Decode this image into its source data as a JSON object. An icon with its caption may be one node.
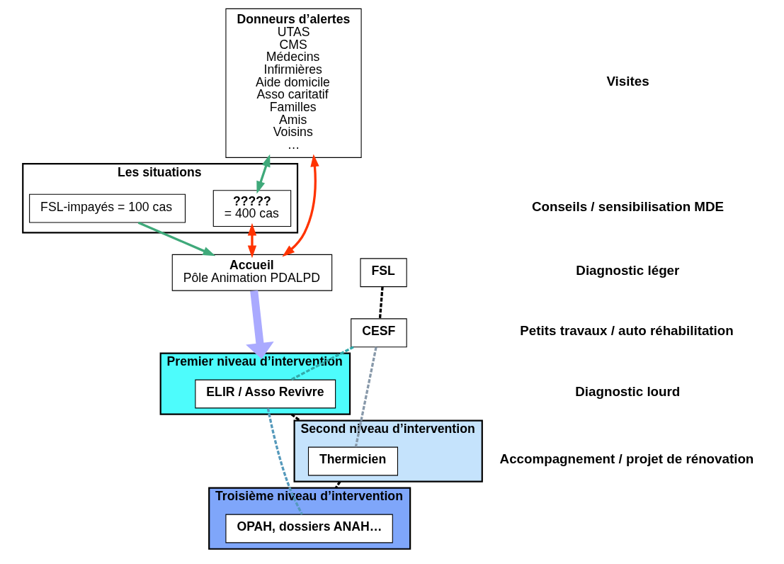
{
  "diagram": {
    "nodes": [
      {
        "text": [
          "Donneurs d’alertes",
          "UTAS",
          "CMS",
          "Médecins",
          "Infirmières",
          "Aide domicile",
          "Asso caritatif",
          "Familles",
          "Amis",
          "Voisins",
          "…"
        ]
      },
      {
        "text": [
          "Les situations"
        ]
      },
      {
        "text": [
          "?????",
          "= 400 cas"
        ],
        "in": 1
      },
      {
        "text": [
          "FSL-impayés = 100 cas"
        ],
        "in": 1
      },
      {
        "text": [
          "Accueil",
          "Pôle Animation PDALPD"
        ]
      },
      {
        "text": [
          "Premier niveau d’intervention"
        ]
      },
      {
        "text": [
          "ELIR / Asso Revivre"
        ],
        "in": 5
      },
      {
        "text": [
          "Second niveau d’intervention"
        ]
      },
      {
        "text": [
          "Thermicien"
        ],
        "in": 7
      },
      {
        "text": [
          "Troisième niveau d’intervention"
        ]
      },
      {
        "text": [
          "OPAH, dossiers ANAH…"
        ],
        "in": 9
      },
      {
        "text": [
          "CESF"
        ]
      },
      {
        "text": [
          "FSL"
        ]
      }
    ],
    "edges": [
      {
        "from": 0,
        "to": 2,
        "arrow": "both",
        "color": "#3fa97a"
      },
      {
        "from": 2,
        "to": 4,
        "arrow": "both",
        "color": "#ff3300"
      },
      {
        "from": 3,
        "to": 4,
        "arrow": "to",
        "color": "#3fa97a"
      },
      {
        "from": 0,
        "to": 4,
        "arrow": "both",
        "color": "#ff3300"
      },
      {
        "from": 4,
        "to": 5,
        "arrow": "to",
        "style": "thick",
        "color": "#aaaaff"
      },
      {
        "from": 12,
        "to": 11,
        "arrow": "none",
        "style": "dashed",
        "color": "#000000"
      },
      {
        "from": 11,
        "to": 6,
        "arrow": "none",
        "style": "dashed",
        "color": "#33aaaa"
      },
      {
        "from": 11,
        "to": 8,
        "arrow": "none",
        "style": "dashed",
        "color": "#8899aa"
      },
      {
        "from": 5,
        "to": 7,
        "arrow": "none",
        "style": "dashed",
        "color": "#000000"
      },
      {
        "from": 7,
        "to": 9,
        "arrow": "none",
        "style": "dashed",
        "color": "#000000"
      },
      {
        "from": 6,
        "to": 10,
        "arrow": "none",
        "style": "dashed",
        "color": "#5599bb"
      }
    ],
    "labels": [
      "Visites",
      "Conseils / sensibilisation MDE",
      "Diagnostic léger",
      "Petits travaux / auto réhabilitation",
      "Diagnostic lourd",
      "Accompagnement / projet de rénovation"
    ]
  }
}
